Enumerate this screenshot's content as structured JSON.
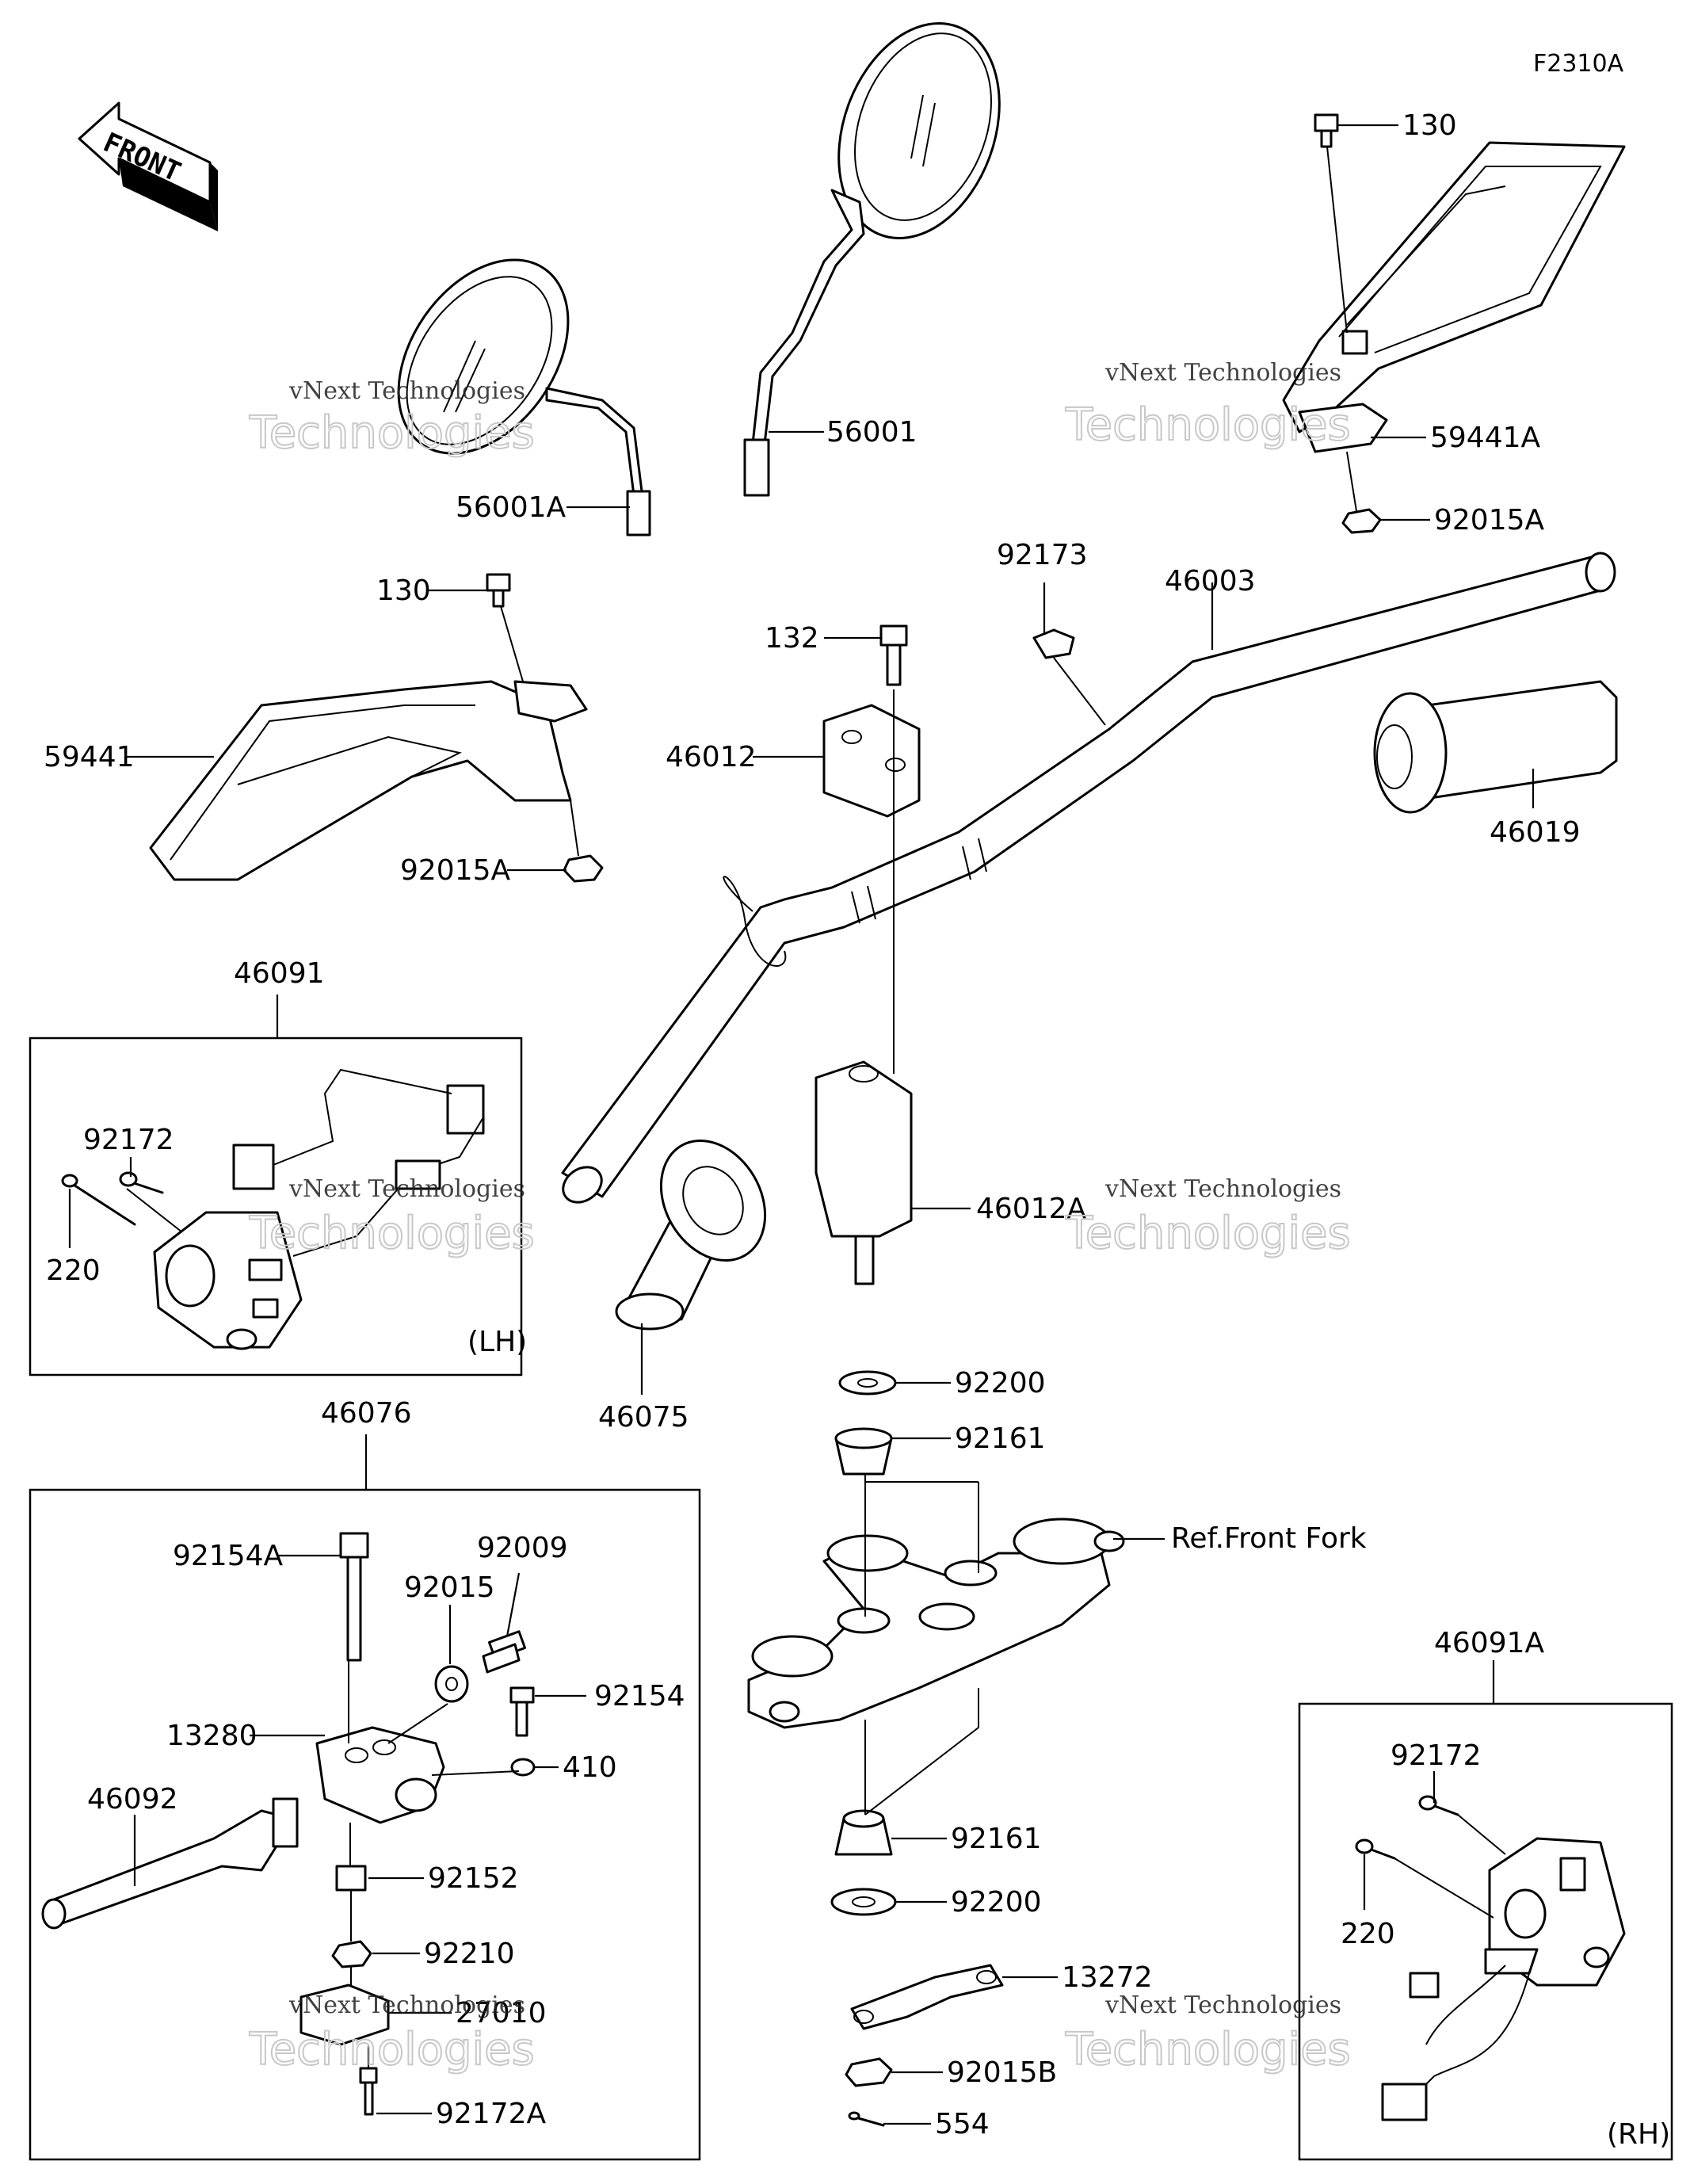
{
  "figure_code": "F2310A",
  "front_label": "FRONT",
  "watermark": {
    "line1": "vNext Technologies",
    "line2": "Technologies"
  },
  "side_labels": {
    "left": "(LH)",
    "right": "(RH)"
  },
  "reference": "Ref.Front Fork",
  "parts": [
    "130",
    "56001",
    "56001A",
    "59441A",
    "92015A",
    "92173",
    "46003",
    "132",
    "130",
    "59441",
    "46012",
    "92015A",
    "46019",
    "46091",
    "92172",
    "220",
    "46012A",
    "46075",
    "92200",
    "92161",
    "46076",
    "92154A",
    "92009",
    "92015",
    "92154",
    "13280",
    "410",
    "46092",
    "92161",
    "92152",
    "92200",
    "92210",
    "13272",
    "27010",
    "92015B",
    "92172A",
    "554",
    "46091A",
    "92172",
    "220"
  ]
}
